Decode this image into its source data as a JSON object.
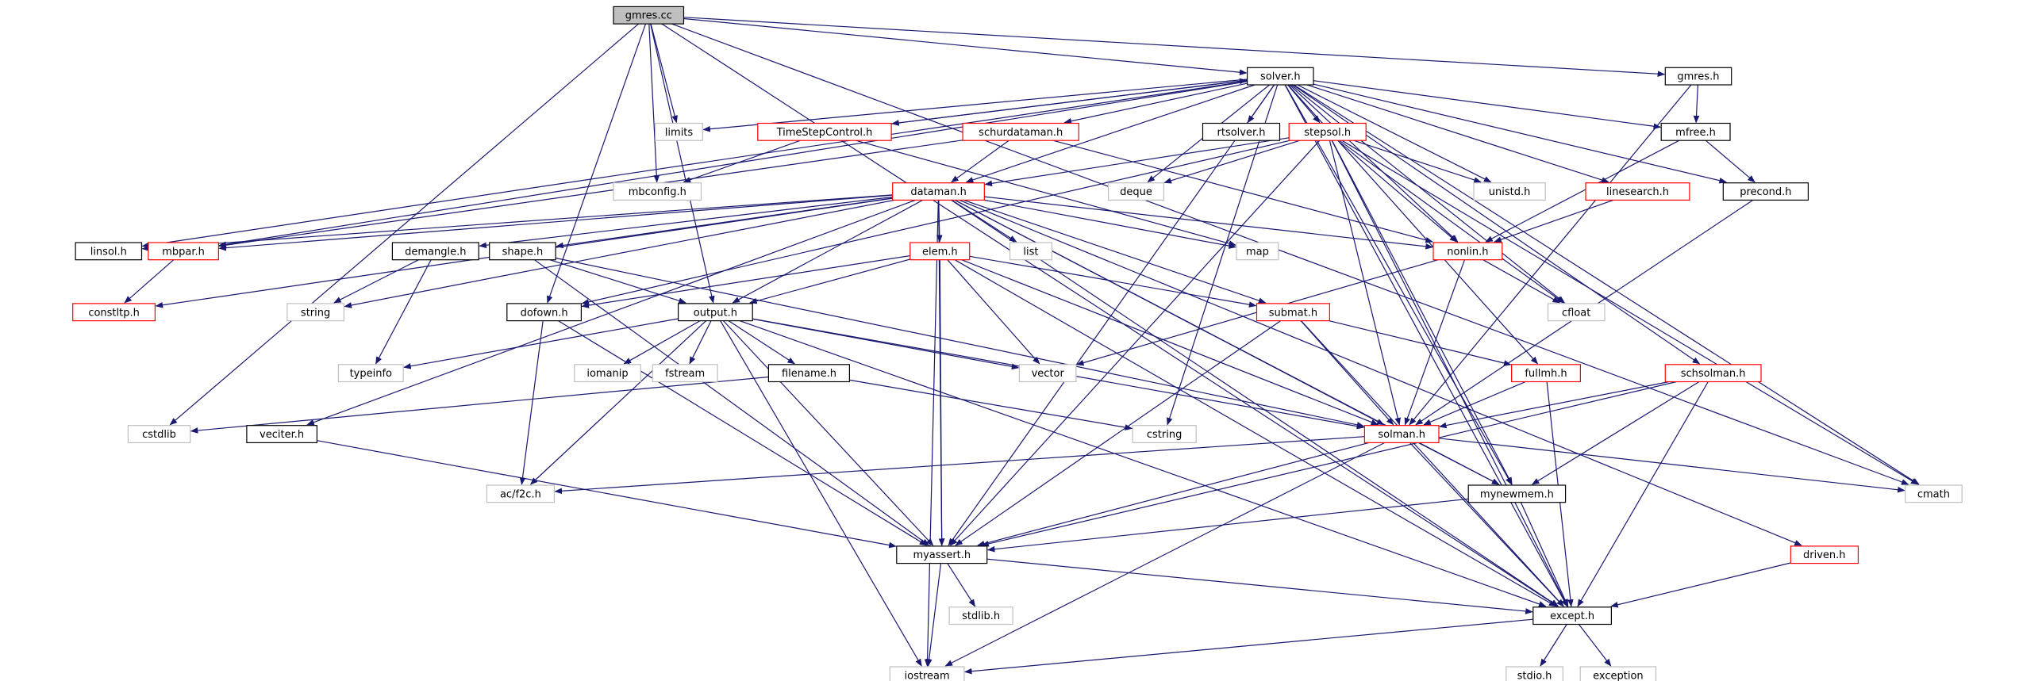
{
  "colors": {
    "edge": "#191970",
    "root_fill": "#bfbfbf",
    "border_documented": "#000000",
    "border_incomplete": "#ff0000",
    "border_external": "#bfbfbf",
    "text": "#000000"
  },
  "nodes": [
    {
      "id": "gmres_cc",
      "label": "gmres.cc",
      "kind": "root"
    },
    {
      "id": "solver_h",
      "label": "solver.h",
      "kind": "documented"
    },
    {
      "id": "gmres_h",
      "label": "gmres.h",
      "kind": "documented"
    },
    {
      "id": "limits",
      "label": "limits",
      "kind": "external"
    },
    {
      "id": "TimeStepControl_h",
      "label": "TimeStepControl.h",
      "kind": "incomplete"
    },
    {
      "id": "schurdataman_h",
      "label": "schurdataman.h",
      "kind": "incomplete"
    },
    {
      "id": "rtsolver_h",
      "label": "rtsolver.h",
      "kind": "documented"
    },
    {
      "id": "stepsol_h",
      "label": "stepsol.h",
      "kind": "incomplete"
    },
    {
      "id": "mfree_h",
      "label": "mfree.h",
      "kind": "documented"
    },
    {
      "id": "mbconfig_h",
      "label": "mbconfig.h",
      "kind": "external"
    },
    {
      "id": "dataman_h",
      "label": "dataman.h",
      "kind": "incomplete"
    },
    {
      "id": "deque",
      "label": "deque",
      "kind": "external"
    },
    {
      "id": "unistd_h",
      "label": "unistd.h",
      "kind": "external"
    },
    {
      "id": "linesearch_h",
      "label": "linesearch.h",
      "kind": "incomplete"
    },
    {
      "id": "precond_h",
      "label": "precond.h",
      "kind": "documented"
    },
    {
      "id": "linsol_h",
      "label": "linsol.h",
      "kind": "documented"
    },
    {
      "id": "mbpar_h",
      "label": "mbpar.h",
      "kind": "incomplete"
    },
    {
      "id": "demangle_h",
      "label": "demangle.h",
      "kind": "documented"
    },
    {
      "id": "shape_h",
      "label": "shape.h",
      "kind": "documented"
    },
    {
      "id": "list",
      "label": "list",
      "kind": "external"
    },
    {
      "id": "elem_h",
      "label": "elem.h",
      "kind": "incomplete"
    },
    {
      "id": "map",
      "label": "map",
      "kind": "external"
    },
    {
      "id": "nonlin_h",
      "label": "nonlin.h",
      "kind": "incomplete"
    },
    {
      "id": "constltp_h",
      "label": "constltp.h",
      "kind": "incomplete"
    },
    {
      "id": "string",
      "label": "string",
      "kind": "external"
    },
    {
      "id": "dofown_h",
      "label": "dofown.h",
      "kind": "documented"
    },
    {
      "id": "output_h",
      "label": "output.h",
      "kind": "documented"
    },
    {
      "id": "submat_h",
      "label": "submat.h",
      "kind": "incomplete"
    },
    {
      "id": "cfloat",
      "label": "cfloat",
      "kind": "external"
    },
    {
      "id": "typeinfo",
      "label": "typeinfo",
      "kind": "external"
    },
    {
      "id": "iomanip",
      "label": "iomanip",
      "kind": "external"
    },
    {
      "id": "fstream",
      "label": "fstream",
      "kind": "external"
    },
    {
      "id": "vector",
      "label": "vector",
      "kind": "external"
    },
    {
      "id": "fullmh_h",
      "label": "fullmh.h",
      "kind": "incomplete"
    },
    {
      "id": "schsolman_h",
      "label": "schsolman.h",
      "kind": "incomplete"
    },
    {
      "id": "filename_h",
      "label": "filename.h",
      "kind": "documented"
    },
    {
      "id": "cstdlib",
      "label": "cstdlib",
      "kind": "external"
    },
    {
      "id": "veciter_h",
      "label": "veciter.h",
      "kind": "documented"
    },
    {
      "id": "cstring",
      "label": "cstring",
      "kind": "external"
    },
    {
      "id": "solman_h",
      "label": "solman.h",
      "kind": "incomplete"
    },
    {
      "id": "ac_f2c_h",
      "label": "ac/f2c.h",
      "kind": "external"
    },
    {
      "id": "mynewmem_h",
      "label": "mynewmem.h",
      "kind": "documented"
    },
    {
      "id": "cmath",
      "label": "cmath",
      "kind": "external"
    },
    {
      "id": "myassert_h",
      "label": "myassert.h",
      "kind": "documented"
    },
    {
      "id": "driven_h",
      "label": "driven.h",
      "kind": "incomplete"
    },
    {
      "id": "stdlib_h",
      "label": "stdlib.h",
      "kind": "external"
    },
    {
      "id": "except_h",
      "label": "except.h",
      "kind": "documented"
    },
    {
      "id": "stdio_h",
      "label": "stdio.h",
      "kind": "external"
    },
    {
      "id": "exception",
      "label": "exception",
      "kind": "external"
    },
    {
      "id": "iostream",
      "label": "iostream",
      "kind": "external"
    }
  ],
  "edges": [
    [
      "gmres_cc",
      "solver_h"
    ],
    [
      "gmres_cc",
      "gmres_h"
    ],
    [
      "gmres_cc",
      "limits"
    ],
    [
      "gmres_cc",
      "mbconfig_h"
    ],
    [
      "gmres_cc",
      "dofown_h"
    ],
    [
      "gmres_cc",
      "output_h"
    ],
    [
      "gmres_cc",
      "cstdlib"
    ],
    [
      "gmres_cc",
      "cmath"
    ],
    [
      "gmres_cc",
      "except_h"
    ],
    [
      "solver_h",
      "limits"
    ],
    [
      "solver_h",
      "TimeStepControl_h"
    ],
    [
      "solver_h",
      "schurdataman_h"
    ],
    [
      "solver_h",
      "rtsolver_h"
    ],
    [
      "solver_h",
      "stepsol_h"
    ],
    [
      "solver_h",
      "mfree_h"
    ],
    [
      "solver_h",
      "dataman_h"
    ],
    [
      "solver_h",
      "deque"
    ],
    [
      "solver_h",
      "unistd_h"
    ],
    [
      "solver_h",
      "linesearch_h"
    ],
    [
      "solver_h",
      "precond_h"
    ],
    [
      "solver_h",
      "linsol_h"
    ],
    [
      "solver_h",
      "mbpar_h"
    ],
    [
      "solver_h",
      "nonlin_h"
    ],
    [
      "solver_h",
      "cfloat"
    ],
    [
      "solver_h",
      "cstring"
    ],
    [
      "solver_h",
      "fullmh_h"
    ],
    [
      "solver_h",
      "schsolman_h"
    ],
    [
      "solver_h",
      "mynewmem_h"
    ],
    [
      "solver_h",
      "cmath"
    ],
    [
      "solver_h",
      "except_h"
    ],
    [
      "solver_h",
      "myassert_h"
    ],
    [
      "gmres_h",
      "mfree_h"
    ],
    [
      "gmres_h",
      "solman_h"
    ],
    [
      "TimeStepControl_h",
      "solver_h"
    ],
    [
      "TimeStepControl_h",
      "mbconfig_h"
    ],
    [
      "TimeStepControl_h",
      "map"
    ],
    [
      "schurdataman_h",
      "dataman_h"
    ],
    [
      "schurdataman_h",
      "mbpar_h"
    ],
    [
      "schurdataman_h",
      "nonlin_h"
    ],
    [
      "stepsol_h",
      "dataman_h"
    ],
    [
      "stepsol_h",
      "deque"
    ],
    [
      "stepsol_h",
      "unistd_h"
    ],
    [
      "stepsol_h",
      "nonlin_h"
    ],
    [
      "stepsol_h",
      "solman_h"
    ],
    [
      "stepsol_h",
      "cfloat"
    ],
    [
      "stepsol_h",
      "dofown_h"
    ],
    [
      "stepsol_h",
      "myassert_h"
    ],
    [
      "stepsol_h",
      "mynewmem_h"
    ],
    [
      "stepsol_h",
      "cmath"
    ],
    [
      "stepsol_h",
      "except_h"
    ],
    [
      "mfree_h",
      "precond_h"
    ],
    [
      "mfree_h",
      "nonlin_h"
    ],
    [
      "dataman_h",
      "linsol_h"
    ],
    [
      "dataman_h",
      "mbpar_h"
    ],
    [
      "dataman_h",
      "demangle_h"
    ],
    [
      "dataman_h",
      "shape_h"
    ],
    [
      "dataman_h",
      "list"
    ],
    [
      "dataman_h",
      "elem_h"
    ],
    [
      "dataman_h",
      "map"
    ],
    [
      "dataman_h",
      "nonlin_h"
    ],
    [
      "dataman_h",
      "constltp_h"
    ],
    [
      "dataman_h",
      "string"
    ],
    [
      "dataman_h",
      "output_h"
    ],
    [
      "dataman_h",
      "submat_h"
    ],
    [
      "dataman_h",
      "veciter_h"
    ],
    [
      "dataman_h",
      "solman_h"
    ],
    [
      "dataman_h",
      "mynewmem_h"
    ],
    [
      "dataman_h",
      "driven_h"
    ],
    [
      "dataman_h",
      "myassert_h"
    ],
    [
      "dataman_h",
      "except_h"
    ],
    [
      "dataman_h",
      "iostream"
    ],
    [
      "linesearch_h",
      "nonlin_h"
    ],
    [
      "precond_h",
      "solman_h"
    ],
    [
      "mbpar_h",
      "constltp_h"
    ],
    [
      "demangle_h",
      "string"
    ],
    [
      "demangle_h",
      "typeinfo"
    ],
    [
      "shape_h",
      "output_h"
    ],
    [
      "shape_h",
      "solman_h"
    ],
    [
      "shape_h",
      "myassert_h"
    ],
    [
      "elem_h",
      "dofown_h"
    ],
    [
      "elem_h",
      "output_h"
    ],
    [
      "elem_h",
      "vector"
    ],
    [
      "elem_h",
      "submat_h"
    ],
    [
      "elem_h",
      "solman_h"
    ],
    [
      "elem_h",
      "myassert_h"
    ],
    [
      "elem_h",
      "except_h"
    ],
    [
      "nonlin_h",
      "solman_h"
    ],
    [
      "nonlin_h",
      "cfloat"
    ],
    [
      "nonlin_h",
      "vector"
    ],
    [
      "dofown_h",
      "ac_f2c_h"
    ],
    [
      "dofown_h",
      "myassert_h"
    ],
    [
      "output_h",
      "typeinfo"
    ],
    [
      "output_h",
      "iomanip"
    ],
    [
      "output_h",
      "fstream"
    ],
    [
      "output_h",
      "vector"
    ],
    [
      "output_h",
      "filename_h"
    ],
    [
      "output_h",
      "solman_h"
    ],
    [
      "output_h",
      "myassert_h"
    ],
    [
      "output_h",
      "except_h"
    ],
    [
      "output_h",
      "iostream"
    ],
    [
      "output_h",
      "ac_f2c_h"
    ],
    [
      "submat_h",
      "fullmh_h"
    ],
    [
      "submat_h",
      "solman_h"
    ],
    [
      "submat_h",
      "myassert_h"
    ],
    [
      "submat_h",
      "except_h"
    ],
    [
      "fullmh_h",
      "solman_h"
    ],
    [
      "fullmh_h",
      "except_h"
    ],
    [
      "schsolman_h",
      "solman_h"
    ],
    [
      "schsolman_h",
      "mynewmem_h"
    ],
    [
      "schsolman_h",
      "except_h"
    ],
    [
      "schsolman_h",
      "myassert_h"
    ],
    [
      "filename_h",
      "cstdlib"
    ],
    [
      "filename_h",
      "cstring"
    ],
    [
      "veciter_h",
      "myassert_h"
    ],
    [
      "solman_h",
      "ac_f2c_h"
    ],
    [
      "solman_h",
      "mynewmem_h"
    ],
    [
      "solman_h",
      "cmath"
    ],
    [
      "solman_h",
      "except_h"
    ],
    [
      "solman_h",
      "myassert_h"
    ],
    [
      "solman_h",
      "iostream"
    ],
    [
      "mynewmem_h",
      "myassert_h"
    ],
    [
      "mynewmem_h",
      "except_h"
    ],
    [
      "myassert_h",
      "stdlib_h"
    ],
    [
      "myassert_h",
      "except_h"
    ],
    [
      "myassert_h",
      "iostream"
    ],
    [
      "driven_h",
      "except_h"
    ],
    [
      "except_h",
      "stdio_h"
    ],
    [
      "except_h",
      "exception"
    ],
    [
      "except_h",
      "iostream"
    ]
  ]
}
